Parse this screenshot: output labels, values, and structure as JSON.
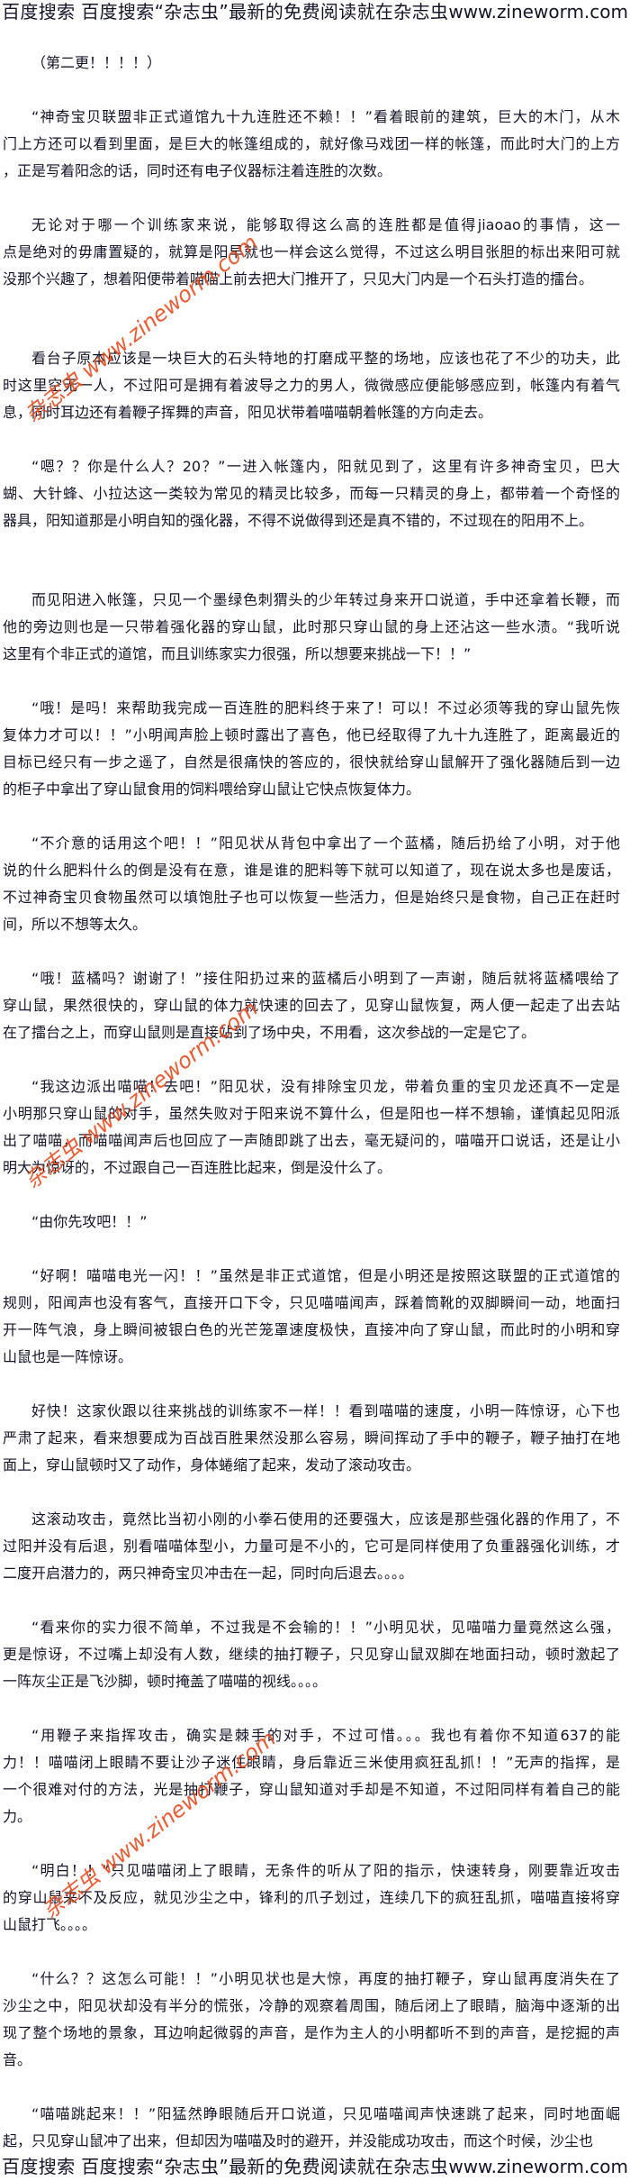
{
  "banner": "百度搜索 百度搜索“杂志虫”最新的免费阅读就在杂志虫www.zineworm.com",
  "watermark": "杂志虫 www.zineworm.com",
  "paragraphs": [
    [
      "（第二更！！！！）"
    ],
    [
      "“神奇宝贝联盟非正式道馆九十九连胜还不赖！！”看着眼前的建筑，巨大的木门，从木",
      "门上方还可以看到里面，是巨大的帐篷组成的，就好像马戏团一样的帐篷，而此时大门的上方",
      "，正是写着阳念的话，同时还有电子仪器标注着连胜的次数。"
    ],
    [
      "无论对于哪一个训练家来说，能够取得这么高的连胜都是值得jiaoao的事情，这一",
      "点是绝对的毋庸置疑的，就算是阳早就也一样会这么觉得，不过这么明目张胆的标出来阳可就",
      "没那个兴趣了，想着阳便带着喵喵上前去把大门推开了，只见大门内是一个石头打造的擂台。"
    ],
    [
      "看台子原本应该是一块巨大的石头特地的打磨成平整的场地，应该也花了不少的功夫，此",
      "时这里空无一人，不过阳可是拥有着波导之力的男人，微微感应便能够感应到，帐篷内有着气",
      "息，同时耳边还有着鞭子挥舞的声音，阳见状带着喵喵朝着帐篷的方向走去。"
    ],
    [
      "“嗯？？你是什么人？20？”一进入帐篷内，阳就见到了，这里有许多神奇宝贝，巴大",
      "蝴、大针蜂、小拉达这一类较为常见的精灵比较多，而每一只精灵的身上，都带着一个奇怪的",
      "器具，阳知道那是小明自知的强化器，不得不说做得到还是真不错的，不过现在的阳用不上。"
    ],
    [
      "而见阳进入帐篷，只见一个墨绿色刺猬头的少年转过身来开口说道，手中还拿着长鞭，而",
      "他的旁边则也是一只带着强化器的穿山鼠，此时那只穿山鼠的身上还沾这一些水渍。“我听说",
      "这里有个非正式的道馆，而且训练家实力很强，所以想要来挑战一下！！”"
    ],
    [
      "“哦！是吗！来帮助我完成一百连胜的肥料终于来了！可以！不过必须等我的穿山鼠先恢",
      "复体力才可以！！”小明闻声脸上顿时露出了喜色，他已经取得了九十九连胜了，距离最近的",
      "目标已经只有一步之遥了，自然是很痛快的答应的，很快就给穿山鼠解开了强化器随后到一边",
      "的柜子中拿出了穿山鼠食用的饲料喂给穿山鼠让它快点恢复体力。"
    ],
    [
      "“不介意的话用这个吧！！”阳见状从背包中拿出了一个蓝橘，随后扔给了小明，对于他",
      "说的什么肥料什么的倒是没有在意，谁是谁的肥料等下就可以知道了，现在说太多也是废话，",
      "不过神奇宝贝食物虽然可以填饱肚子也可以恢复一些活力，但是始终只是食物，自己正在赶时",
      "间，所以不想等太久。"
    ],
    [
      "“哦！蓝橘吗？谢谢了！”接住阳扔过来的蓝橘后小明到了一声谢，随后就将蓝橘喂给了",
      "穿山鼠，果然很快的，穿山鼠的体力就快速的回去了，见穿山鼠恢复，两人便一起走了出去站",
      "在了擂台之上，而穿山鼠则是直接站到了场中央，不用看，这次参战的一定是它了。"
    ],
    [
      "“我这边派出喵喵！去吧！”阳见状，没有排除宝贝龙，带着负重的宝贝龙还真不一定是",
      "小明那只穿山鼠的对手，虽然失败对于阳来说不算什么，但是阳也一样不想输，谨慎起见阳派",
      "出了喵喵，而喵喵闻声后也回应了一声随即跳了出去，毫无疑问的，喵喵开口说话，还是让小",
      "明大为惊讶的，不过跟自己一百连胜比起来，倒是没什么了。"
    ],
    [
      "“由你先攻吧！！”"
    ],
    [
      "“好啊！喵喵电光一闪！！”虽然是非正式道馆，但是小明还是按照这联盟的正式道馆的",
      "规则，阳闻声也没有客气，直接开口下令，只见喵喵闻声，踩着筒靴的双脚瞬间一动，地面扫",
      "开一阵气浪，身上瞬间被银白色的光芒笼罩速度极快，直接冲向了穿山鼠，而此时的小明和穿",
      "山鼠也是一阵惊讶。"
    ],
    [
      "好快！这家伙跟以往来挑战的训练家不一样！！看到喵喵的速度，小明一阵惊讶，心下也",
      "严肃了起来，看来想要成为百战百胜果然没那么容易，瞬间挥动了手中的鞭子，鞭子抽打在地",
      "面上，穿山鼠顿时又了动作，身体蜷缩了起来，发动了滚动攻击。"
    ],
    [
      "这滚动攻击，竟然比当初小刚的小拳石使用的还要强大，应该是那些强化器的作用了，不",
      "过阳并没有后退，别看喵喵体型小，力量可是不小的，它可是同样使用了负重器强化训练，才",
      "二度开启潜力的，两只神奇宝贝冲击在一起，同时向后退去。。。。"
    ],
    [
      "“看来你的实力很不简单，不过我是不会输的！！”小明见状，见喵喵力量竟然这么强，",
      "更是惊讶，不过嘴上却没有人数，继续的抽打鞭子，只见穿山鼠双脚在地面扫动，顿时激起了",
      "一阵灰尘正是飞沙脚，顿时掩盖了喵喵的视线。。。。"
    ],
    [
      "“用鞭子来指挥攻击，确实是棘手的对手，不过可惜。。。我也有着你不知道637的能",
      "力！！喵喵闭上眼睛不要让沙子迷住眼睛，身后靠近三米使用疯狂乱抓！！”无声的指挥，是",
      "一个很难对付的方法，光是抽打鞭子，穿山鼠知道对手却是不知道，不过阳同样有着自己的能",
      "力。"
    ],
    [
      "“明白！！”只见喵喵闭上了眼睛，无条件的听从了阳的指示，快速转身，刚要靠近攻击",
      "的穿山鼠来不及反应，就见沙尘之中，锋利的爪子划过，连续几下的疯狂乱抓，喵喵直接将穿",
      "山鼠打飞。。。。"
    ],
    [
      "“什么？？这怎么可能！！”小明见状也是大惊，再度的抽打鞭子，穿山鼠再度消失在了",
      "沙尘之中，阳见状却没有半分的慌张，冷静的观察着周围，随后闭上了眼睛，脑海中逐渐的出",
      "现了整个场地的景象，耳边响起微弱的声音，是作为主人的小明都听不到的声音，是挖掘的声",
      "音。"
    ],
    [
      "“喵喵跳起来！！”阳猛然睁眼随后开口说道，只见喵喵闻声快速跳了起来，同时地面崛",
      "起，只见穿山鼠冲了出来，但却因为喵喵及时的避开，并没能成功攻击，而这个时候，沙尘也"
    ]
  ]
}
